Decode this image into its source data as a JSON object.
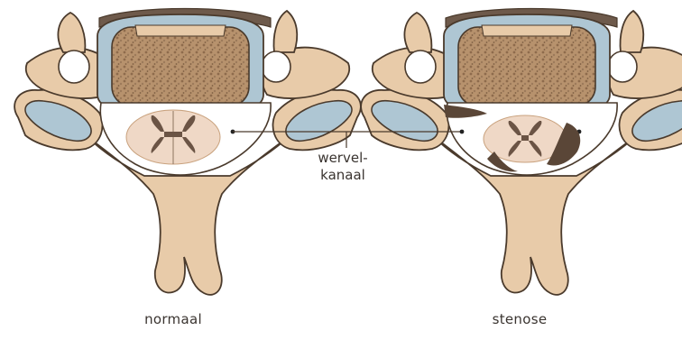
{
  "figure": {
    "callout_label_line1": "wervel-",
    "callout_label_line2": "kanaal",
    "panels": [
      {
        "caption": "normaal"
      },
      {
        "caption": "stenose"
      }
    ]
  },
  "colors": {
    "bone": "#e8cba9",
    "bone_shadow": "#c9a27e",
    "outline": "#4a3a2c",
    "cartilage": "#aec6d3",
    "vertebral_body": "#b7926d",
    "spinal_cord_white": "#efd8c6",
    "spinal_cord_grey": "#6b5445",
    "stenosis_mass": "#5a4637",
    "canal": "#ffffff",
    "ligament_top": "#6e5a4b"
  }
}
